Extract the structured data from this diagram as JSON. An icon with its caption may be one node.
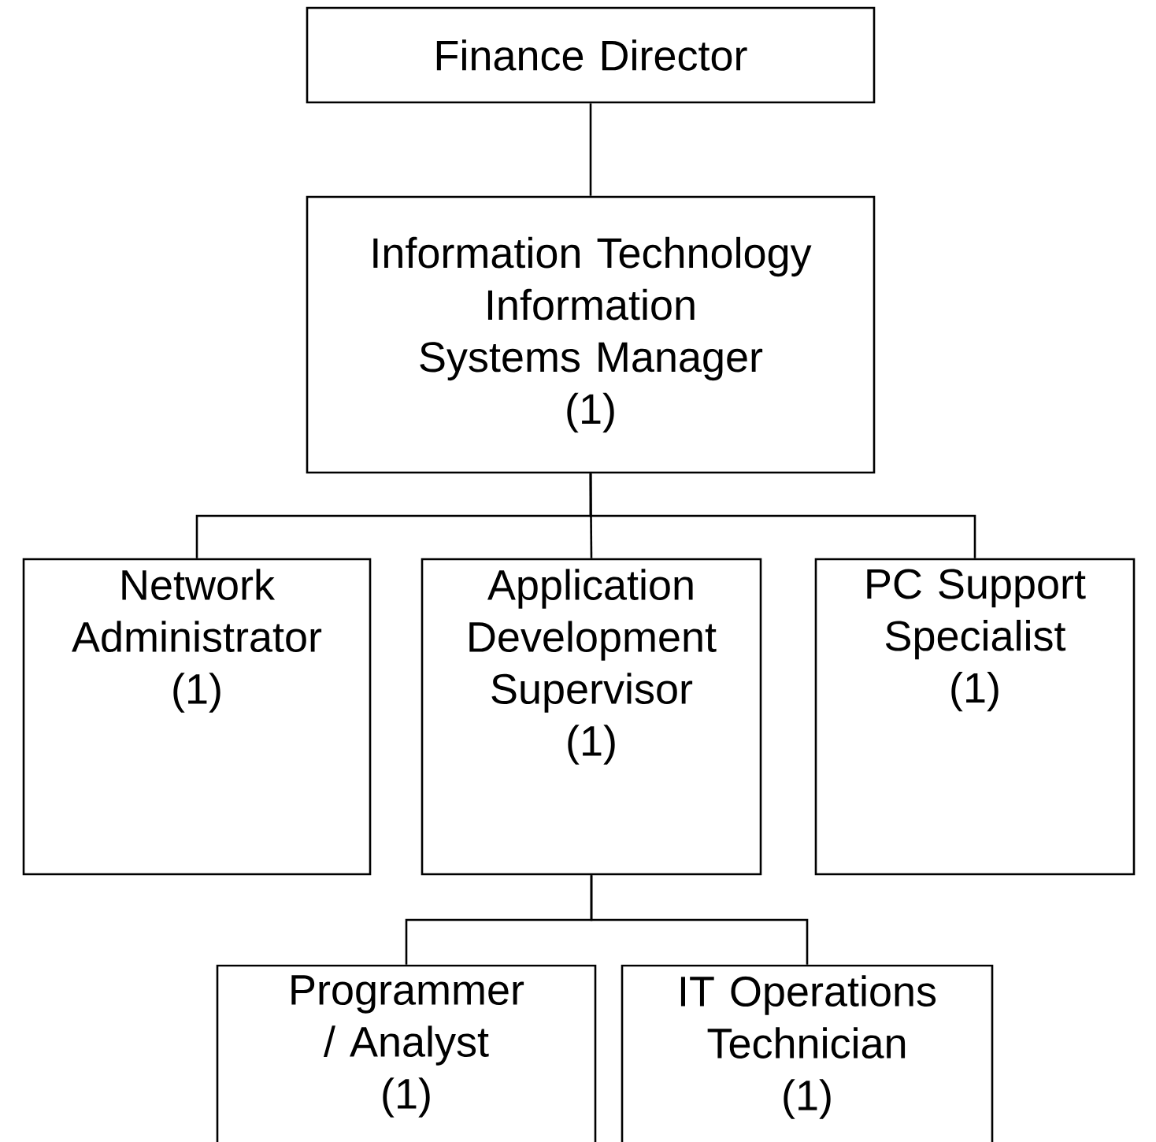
{
  "diagram": {
    "nodes": [
      {
        "text": [
          "Finance Director"
        ]
      },
      {
        "text": [
          "Information Technology",
          "Information Systems Manager",
          "(1)"
        ]
      },
      {
        "text": [
          "Network Administrator",
          "(1)"
        ]
      },
      {
        "text": [
          "Application Development Supervisor",
          "(1)"
        ]
      },
      {
        "text": [
          "PC Support Specialist",
          "(1)"
        ]
      },
      {
        "text": [
          "Programmer / Analyst",
          "(1)"
        ]
      },
      {
        "text": [
          "IT Operations Technician",
          "(1)"
        ]
      }
    ],
    "edges": [
      {
        "from": 0,
        "to": 1,
        "arrow": "none"
      },
      {
        "from": 1,
        "to": 2,
        "arrow": "none"
      },
      {
        "from": 1,
        "to": 3,
        "arrow": "none"
      },
      {
        "from": 1,
        "to": 4,
        "arrow": "none"
      },
      {
        "from": 3,
        "to": 5,
        "arrow": "none"
      },
      {
        "from": 3,
        "to": 6,
        "arrow": "none"
      }
    ]
  }
}
